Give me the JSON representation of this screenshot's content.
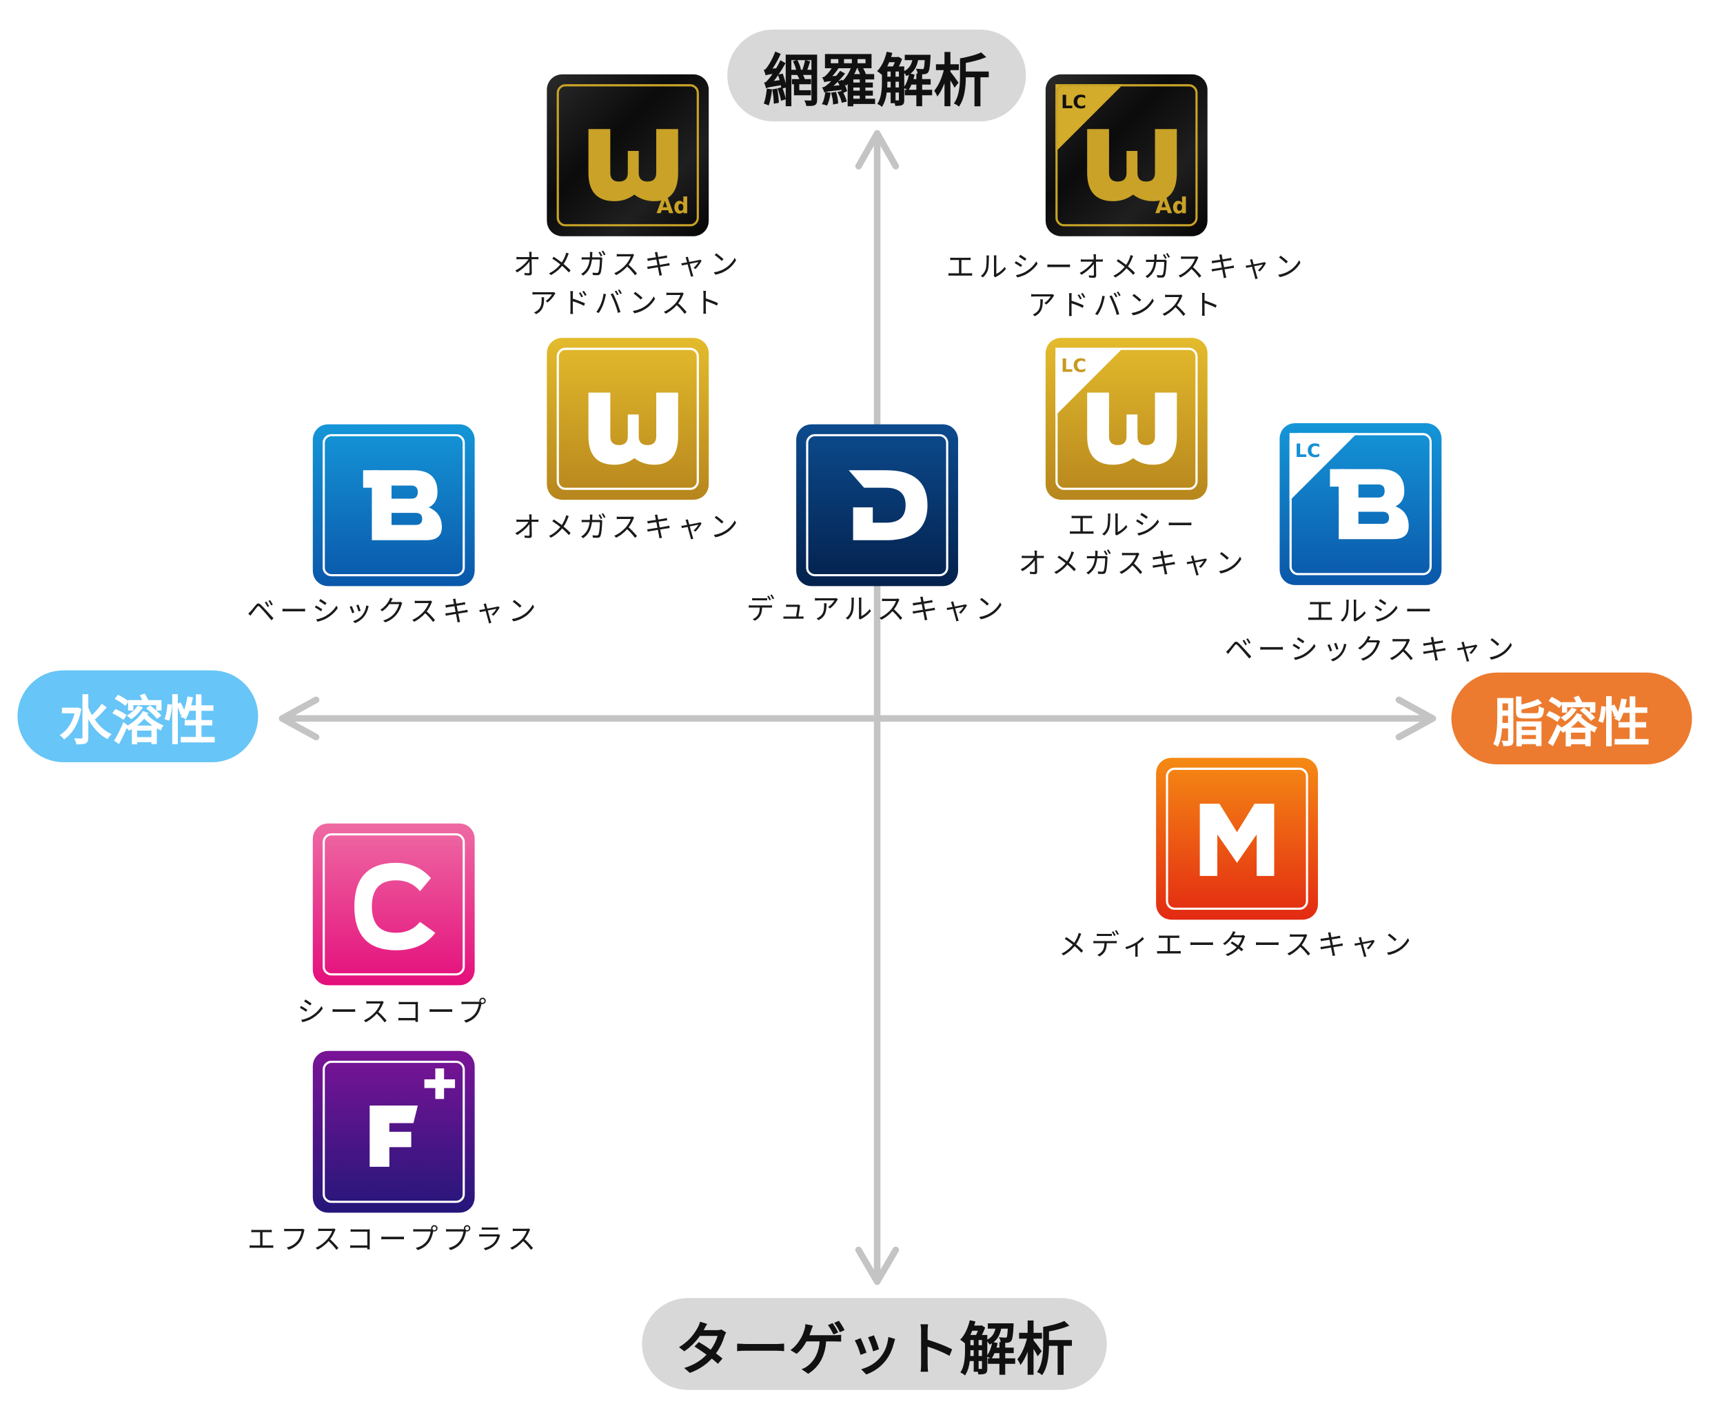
{
  "axes": {
    "top": "網羅解析",
    "bottom": "ターゲット解析",
    "left": "水溶性",
    "right": "脂溶性",
    "left_color": "#67c5f7",
    "right_color": "#ec7b2f",
    "line_color": "#c4c4c4"
  },
  "products": [
    {
      "key": "omega-advanced",
      "lines": [
        "オメガスキャン",
        "アドバンスト"
      ],
      "glyph": "W",
      "corner_badge": "",
      "sub_badge": "Ad",
      "theme": "black-gold"
    },
    {
      "key": "lc-omega-advanced",
      "lines": [
        "エルシーオメガスキャン",
        "アドバンスト"
      ],
      "glyph": "W",
      "corner_badge": "LC",
      "sub_badge": "Ad",
      "theme": "black-gold"
    },
    {
      "key": "omega",
      "lines": [
        "オメガスキャン"
      ],
      "glyph": "W",
      "corner_badge": "",
      "sub_badge": "",
      "theme": "gold"
    },
    {
      "key": "lc-omega",
      "lines": [
        "エルシー",
        "オメガスキャン"
      ],
      "glyph": "W",
      "corner_badge": "LC",
      "sub_badge": "",
      "theme": "gold"
    },
    {
      "key": "basic",
      "lines": [
        "ベーシックスキャン"
      ],
      "glyph": "B",
      "corner_badge": "",
      "sub_badge": "",
      "theme": "blue"
    },
    {
      "key": "dual",
      "lines": [
        "デュアルスキャン"
      ],
      "glyph": "D",
      "corner_badge": "",
      "sub_badge": "",
      "theme": "navy"
    },
    {
      "key": "lc-basic",
      "lines": [
        "エルシー",
        "ベーシックスキャン"
      ],
      "glyph": "B",
      "corner_badge": "LC",
      "sub_badge": "",
      "theme": "blue"
    },
    {
      "key": "mediator",
      "lines": [
        "メディエータースキャン"
      ],
      "glyph": "M",
      "corner_badge": "",
      "sub_badge": "",
      "theme": "orange"
    },
    {
      "key": "c-scope",
      "lines": [
        "シースコープ"
      ],
      "glyph": "C",
      "corner_badge": "",
      "sub_badge": "",
      "theme": "pink"
    },
    {
      "key": "f-scope-plus",
      "lines": [
        "エフスコーププラス"
      ],
      "glyph": "F+",
      "corner_badge": "",
      "sub_badge": "",
      "theme": "purple"
    }
  ]
}
